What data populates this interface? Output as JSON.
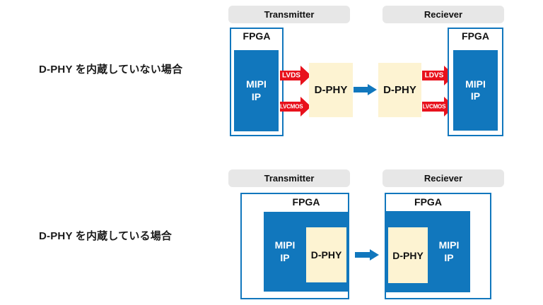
{
  "colors": {
    "blue": "#1177bd",
    "cream": "#fdf3d2",
    "red": "#e8111c",
    "header-bg": "#e7e7e7",
    "ink": "#1b1b1b"
  },
  "captions": {
    "case_without": "D-PHY を内蔵していない場合",
    "case_with": "D-PHY を内蔵している場合"
  },
  "headers": {
    "transmitter": "Transmitter",
    "receiver": "Reciever"
  },
  "blocks": {
    "fpga": "FPGA",
    "mipi_ip": "MIPI\nIP",
    "dphy": "D-PHY"
  },
  "signals": {
    "lvds": "LVDS",
    "lvcmos": "LVCMOS",
    "ldvs": "LDVS"
  }
}
